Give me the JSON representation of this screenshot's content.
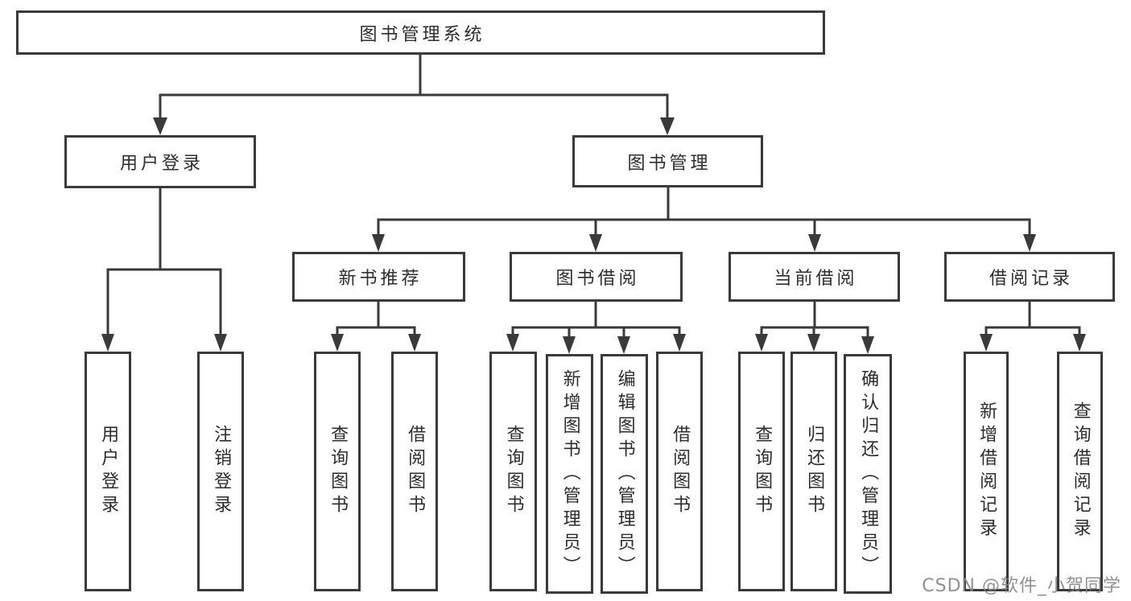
{
  "tree": {
    "label": "图书管理系统",
    "children": [
      {
        "label": "用户登录",
        "children": [
          {
            "label": "用户登录"
          },
          {
            "label": "注销登录"
          }
        ]
      },
      {
        "label": "图书管理",
        "children": [
          {
            "label": "新书推荐",
            "children": [
              {
                "label": "查询图书"
              },
              {
                "label": "借阅图书"
              }
            ]
          },
          {
            "label": "图书借阅",
            "children": [
              {
                "label": "查询图书"
              },
              {
                "label": "新增图书（管理员）"
              },
              {
                "label": "编辑图书（管理员）"
              },
              {
                "label": "借阅图书"
              }
            ]
          },
          {
            "label": "当前借阅",
            "children": [
              {
                "label": "查询图书"
              },
              {
                "label": "归还图书"
              },
              {
                "label": "确认归还（管理员）"
              }
            ]
          },
          {
            "label": "借阅记录",
            "children": [
              {
                "label": "新增借阅记录"
              },
              {
                "label": "查询借阅记录"
              }
            ]
          }
        ]
      }
    ]
  },
  "watermark": {
    "text": "CSDN @软件_小贺同学"
  },
  "colors": {
    "line": "#3a3a3a",
    "box_border": "#3a3a3a",
    "text": "#2d2d2d",
    "watermark": "#828282",
    "background": "#ffffff"
  }
}
